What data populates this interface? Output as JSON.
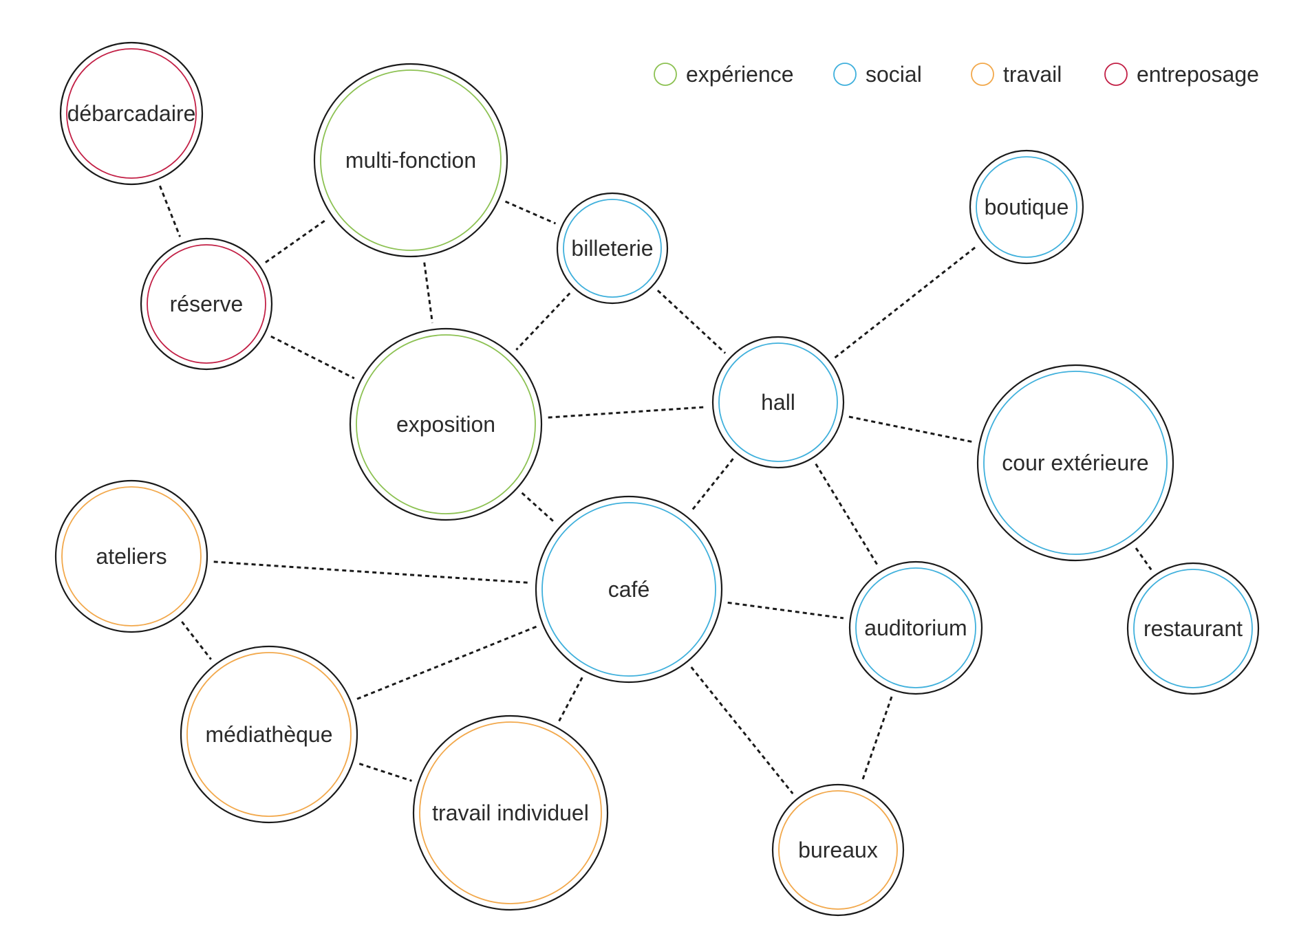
{
  "categories": {
    "experience": {
      "label": "expérience",
      "color": "#8cc152"
    },
    "social": {
      "label": "social",
      "color": "#3fb0dc"
    },
    "travail": {
      "label": "travail",
      "color": "#f2a84b"
    },
    "entreposage": {
      "label": "entreposage",
      "color": "#c21f45"
    }
  },
  "legend_order": [
    "experience",
    "social",
    "travail",
    "entreposage"
  ],
  "nodes": [
    {
      "id": "debarcadaire",
      "label": "débarcadaire",
      "category": "entreposage"
    },
    {
      "id": "reserve",
      "label": "réserve",
      "category": "entreposage"
    },
    {
      "id": "multifonction",
      "label": "multi-fonction",
      "category": "experience"
    },
    {
      "id": "exposition",
      "label": "exposition",
      "category": "experience"
    },
    {
      "id": "billeterie",
      "label": "billeterie",
      "category": "social"
    },
    {
      "id": "boutique",
      "label": "boutique",
      "category": "social"
    },
    {
      "id": "hall",
      "label": "hall",
      "category": "social"
    },
    {
      "id": "cour",
      "label": "cour extérieure",
      "category": "social"
    },
    {
      "id": "restaurant",
      "label": "restaurant",
      "category": "social"
    },
    {
      "id": "cafe",
      "label": "café",
      "category": "social"
    },
    {
      "id": "auditorium",
      "label": "auditorium",
      "category": "social"
    },
    {
      "id": "ateliers",
      "label": "ateliers",
      "category": "travail"
    },
    {
      "id": "mediatheque",
      "label": "médiathèque",
      "category": "travail"
    },
    {
      "id": "travail",
      "label": "travail individuel",
      "category": "travail"
    },
    {
      "id": "bureaux",
      "label": "bureaux",
      "category": "travail"
    }
  ],
  "edges": [
    [
      "debarcadaire",
      "reserve"
    ],
    [
      "reserve",
      "multifonction"
    ],
    [
      "reserve",
      "exposition"
    ],
    [
      "multifonction",
      "exposition"
    ],
    [
      "multifonction",
      "billeterie"
    ],
    [
      "billeterie",
      "exposition"
    ],
    [
      "billeterie",
      "hall"
    ],
    [
      "exposition",
      "hall"
    ],
    [
      "exposition",
      "cafe"
    ],
    [
      "hall",
      "boutique"
    ],
    [
      "hall",
      "cour"
    ],
    [
      "hall",
      "cafe"
    ],
    [
      "hall",
      "auditorium"
    ],
    [
      "cour",
      "restaurant"
    ],
    [
      "ateliers",
      "cafe"
    ],
    [
      "ateliers",
      "mediatheque"
    ],
    [
      "cafe",
      "mediatheque"
    ],
    [
      "cafe",
      "travail"
    ],
    [
      "cafe",
      "auditorium"
    ],
    [
      "cafe",
      "bureaux"
    ],
    [
      "auditorium",
      "bureaux"
    ],
    [
      "mediatheque",
      "travail"
    ]
  ]
}
